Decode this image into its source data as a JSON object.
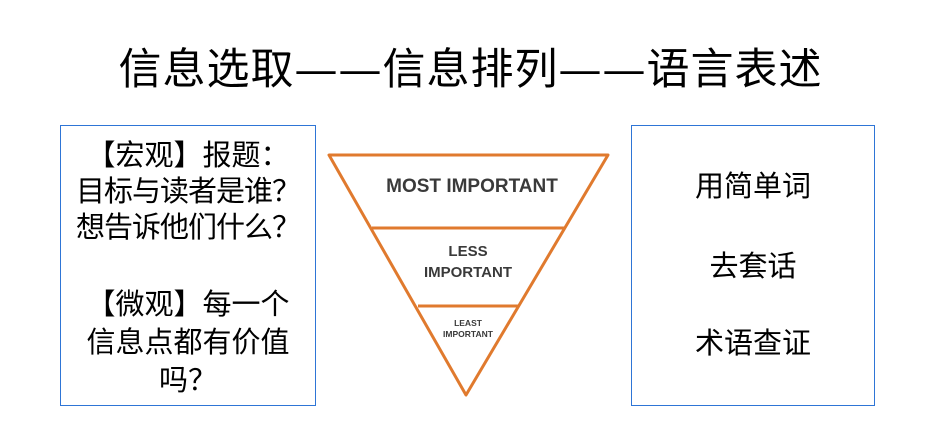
{
  "title": "信息选取——信息排列——语言表述",
  "left_box": {
    "lines": [
      "【宏观】报题：",
      "目标与读者是谁？",
      "想告诉他们什么？",
      "【微观】每一个",
      "信息点都有价值",
      "吗？"
    ]
  },
  "pyramid": {
    "levels": [
      "MOST IMPORTANT",
      "LESS",
      "IMPORTANT",
      "LEAST",
      "IMPORTANT"
    ],
    "color": "#e07a2e"
  },
  "right_box": {
    "items": [
      "用简单词",
      "去套话",
      "术语查证"
    ]
  }
}
